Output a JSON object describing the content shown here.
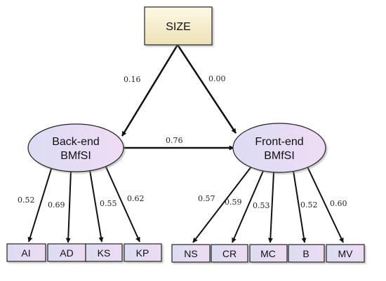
{
  "nodes": {
    "size": "SIZE",
    "backend_line1": "Back-end",
    "backend_line2": "BMfSI",
    "frontend_line1": "Front-end",
    "frontend_line2": "BMfSI"
  },
  "indicators": {
    "backend": [
      "AI",
      "AD",
      "KS",
      "KP"
    ],
    "frontend": [
      "NS",
      "CR",
      "MC",
      "B",
      "MV"
    ]
  },
  "paths": {
    "size_to_backend": "0.16",
    "size_to_frontend": "0.00",
    "backend_to_frontend": "0.76"
  },
  "loadings": {
    "backend": [
      "0.52",
      "0.69",
      "0.55",
      "0.62"
    ],
    "frontend": [
      "0.57",
      "0.59",
      "0.53",
      "0.52",
      "0.60"
    ]
  },
  "colors": {
    "size_fill_top": "#fdf9e6",
    "size_fill_bottom": "#efe0b6",
    "latent_fill_left": "#dcdcf4",
    "latent_fill_right": "#efdcf4",
    "indicator_fill": "#e6dcf2",
    "stroke": "#222222"
  }
}
